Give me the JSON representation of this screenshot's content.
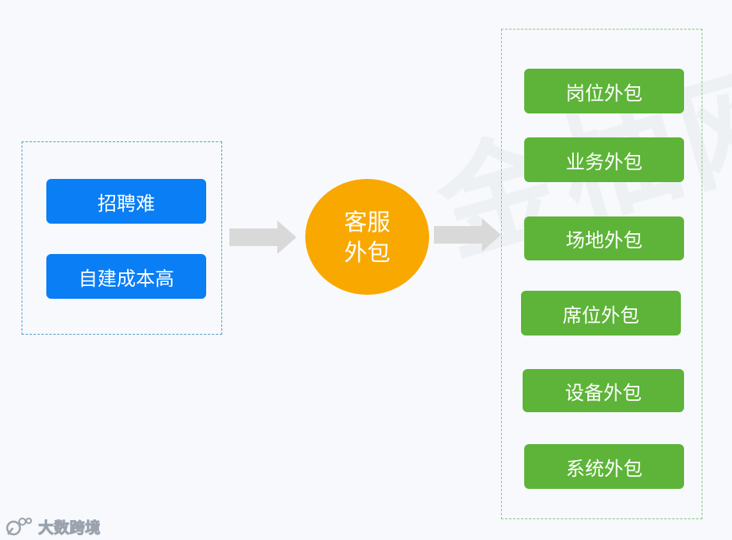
{
  "left_group": {
    "items": [
      "招聘难",
      "自建成本高"
    ]
  },
  "center": {
    "line1": "客服",
    "line2": "外包"
  },
  "right_group": {
    "items": [
      "岗位外包",
      "业务外包",
      "场地外包",
      "席位外包",
      "设备外包",
      "系统外包"
    ]
  },
  "watermark": {
    "text": "金柚网"
  },
  "logo": {
    "text": "大数跨境"
  },
  "colors": {
    "blue_box": "#0a7ef5",
    "green_box": "#5db438",
    "center_circle": "#f9a800",
    "arrow": "#d9d9d9",
    "left_border": "#5b9fc4",
    "right_border": "#86c980"
  }
}
